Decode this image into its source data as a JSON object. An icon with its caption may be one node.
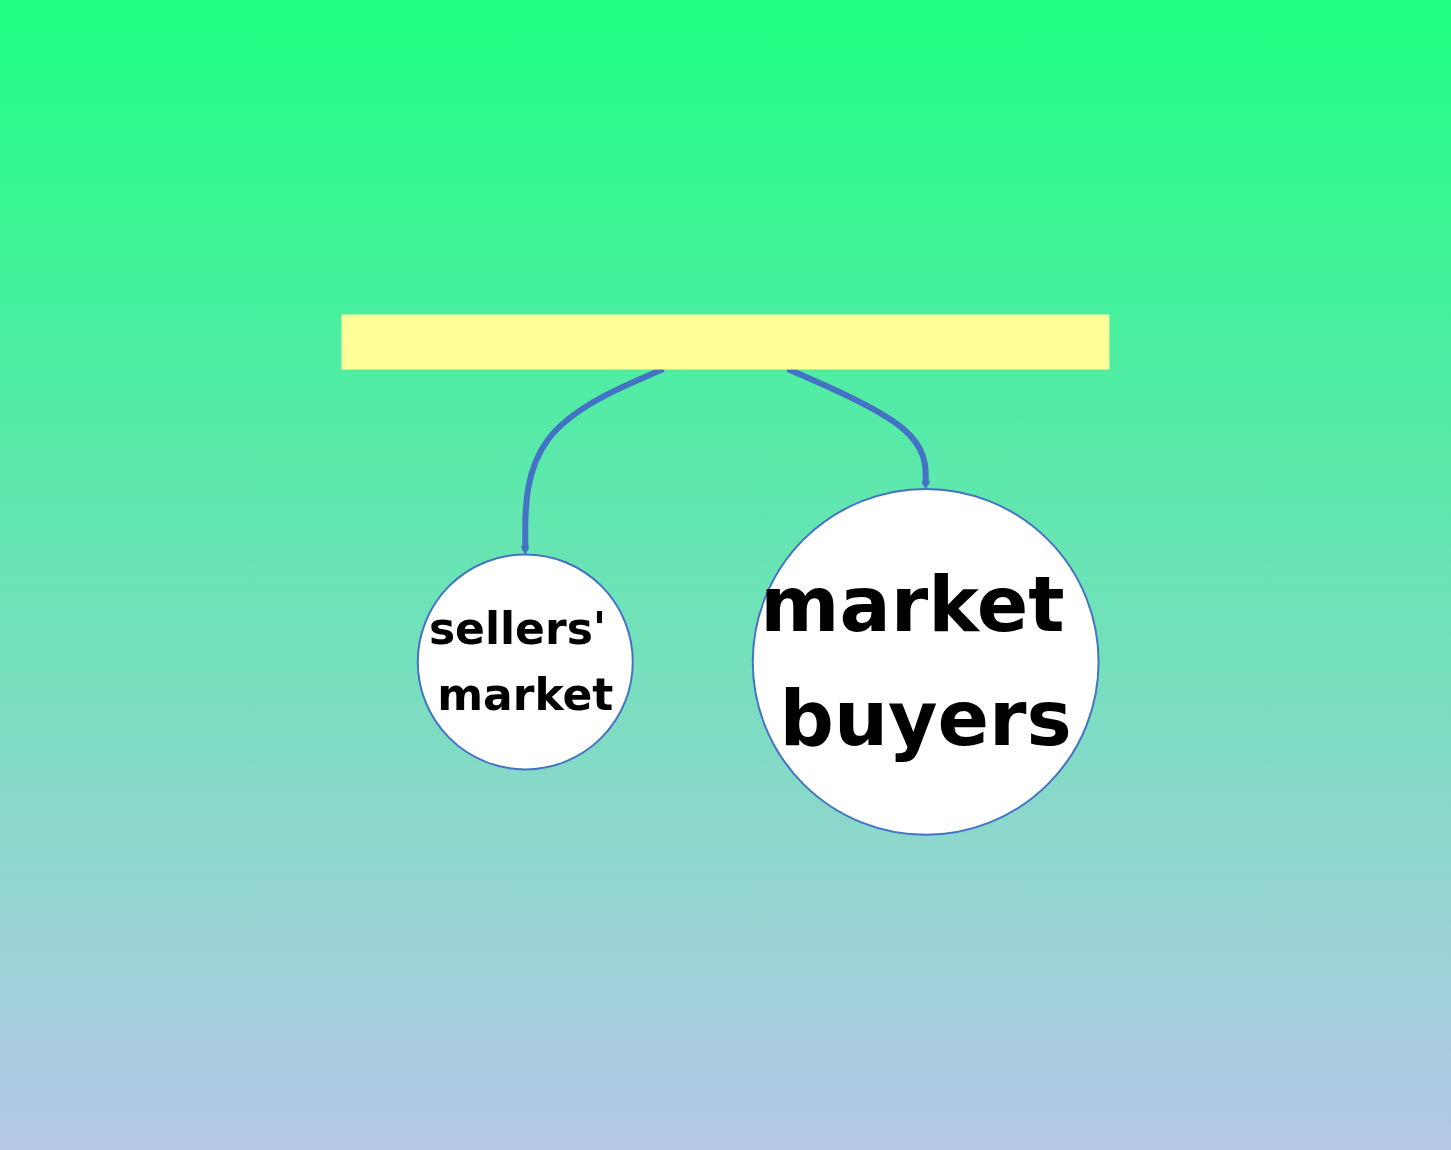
{
  "diagram": {
    "nodes": [
      {
        "text": [],
        "shape": "bar"
      },
      {
        "text": [
          "sellers' market"
        ]
      },
      {
        "text": [
          "market buyers"
        ]
      }
    ],
    "edges": [
      {
        "from": 0,
        "to": 1,
        "arrow": "to"
      },
      {
        "from": 0,
        "to": 2,
        "arrow": "to"
      }
    ]
  }
}
